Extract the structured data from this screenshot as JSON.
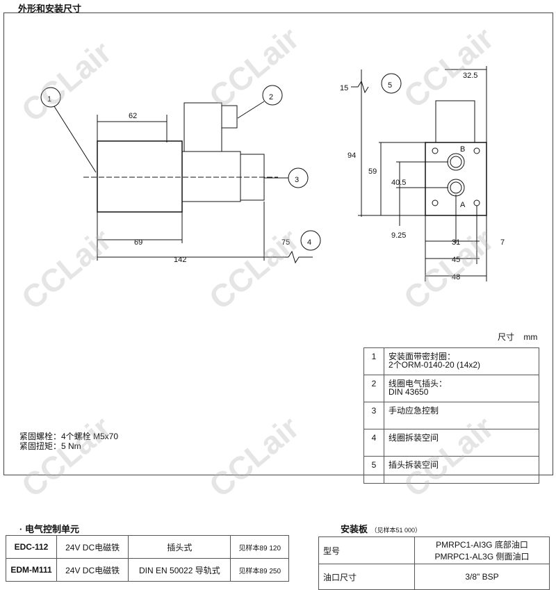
{
  "title": "外形和安装尺寸",
  "watermark": "CCLair",
  "drawing": {
    "callouts": [
      "1",
      "2",
      "3",
      "4",
      "5"
    ],
    "dims": {
      "d62": "62",
      "d69": "69",
      "d142": "142",
      "d75": "75",
      "d15": "15",
      "d32_5": "32.5",
      "d94": "94",
      "d59": "59",
      "d40_5": "40.5",
      "d9_25": "9.25",
      "d31": "31",
      "d7": "7",
      "d45": "45",
      "d48": "48"
    },
    "port_labels": {
      "a": "A",
      "b": "B"
    }
  },
  "unit": "尺寸 mm",
  "notes": [
    "紧固螺栓：4个螺栓 M5x70",
    "紧固扭矩：5 Nm"
  ],
  "legend": [
    {
      "n": "1",
      "l1": "安装面带密封圈：",
      "l2": "2个ORM-0140-20 (14x2)"
    },
    {
      "n": "2",
      "l1": "线圈电气插头：",
      "l2": "DIN 43650"
    },
    {
      "n": "3",
      "l1": "手动应急控制",
      "l2": ""
    },
    {
      "n": "4",
      "l1": "线圈拆装空间",
      "l2": ""
    },
    {
      "n": "5",
      "l1": "插头拆装空间",
      "l2": ""
    }
  ],
  "electrical": {
    "title": "· 电气控制单元",
    "rows": [
      [
        "EDC-112",
        "24V DC电磁铁",
        "插头式",
        "见样本89 120"
      ],
      [
        "EDM-M111",
        "24V DC电磁铁",
        "DIN EN 50022 导轨式",
        "见样本89 250"
      ]
    ]
  },
  "plate": {
    "title": "安装板",
    "ref": "（见样本51 000）",
    "rows": [
      [
        "型号",
        "PMRPC1-AI3G 底部油口",
        "PMRPC1-AL3G 侧面油口"
      ],
      [
        "油口尺寸",
        "3/8\" BSP",
        ""
      ]
    ]
  }
}
